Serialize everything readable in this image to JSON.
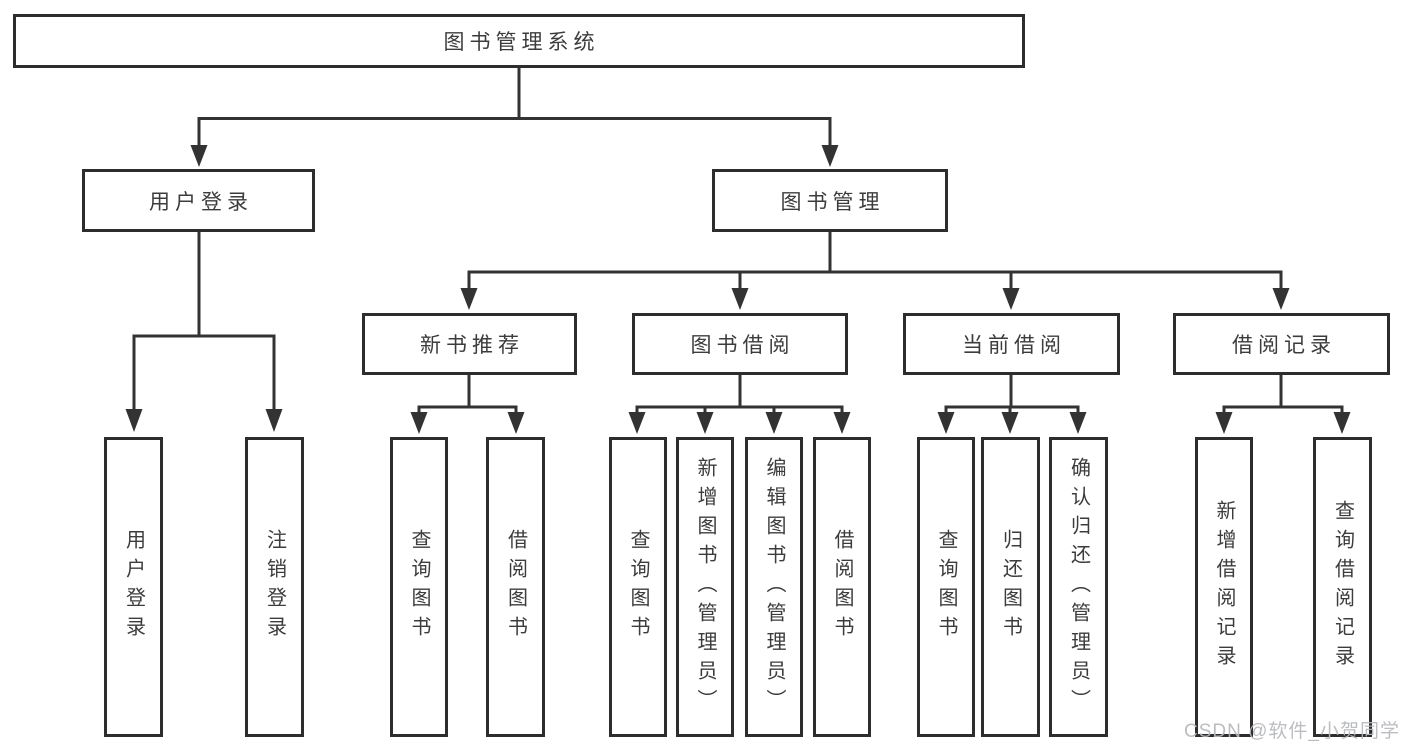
{
  "tree": {
    "root": {
      "label": "图书管理系统"
    },
    "branches": [
      {
        "label": "用户登录",
        "children": [
          {
            "label": "用户登录"
          },
          {
            "label": "注销登录"
          }
        ]
      },
      {
        "label": "图书管理",
        "sections": [
          {
            "label": "新书推荐",
            "children": [
              {
                "label": "查询图书"
              },
              {
                "label": "借阅图书"
              }
            ]
          },
          {
            "label": "图书借阅",
            "children": [
              {
                "label": "查询图书"
              },
              {
                "label": "新增图书（管理员）"
              },
              {
                "label": "编辑图书（管理员）"
              },
              {
                "label": "借阅图书"
              }
            ]
          },
          {
            "label": "当前借阅",
            "children": [
              {
                "label": "查询图书"
              },
              {
                "label": "归还图书"
              },
              {
                "label": "确认归还（管理员）"
              }
            ]
          },
          {
            "label": "借阅记录",
            "children": [
              {
                "label": "新增借阅记录"
              },
              {
                "label": "查询借阅记录"
              }
            ]
          }
        ]
      }
    ]
  },
  "watermark": {
    "text": "CSDN @软件_小贺同学"
  },
  "colors": {
    "line": "#333333",
    "box_border": "#2d2d2d",
    "text": "#3c3c3c",
    "watermark": "#b6b8bc",
    "background": "#ffffff"
  }
}
